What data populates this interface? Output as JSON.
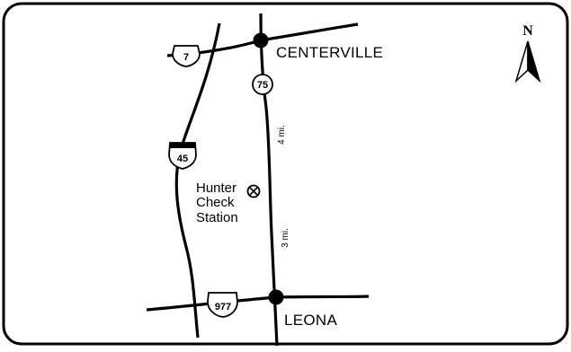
{
  "map": {
    "cities": [
      {
        "name": "CENTERVILLE"
      },
      {
        "name": "LEONA"
      }
    ],
    "highways": {
      "us_7": {
        "number": "7",
        "type": "us-highway"
      },
      "us_75": {
        "number": "75",
        "type": "state-highway"
      },
      "interstate_45": {
        "number": "45",
        "type": "interstate"
      },
      "fm_977": {
        "number": "977",
        "type": "us-highway"
      }
    },
    "distances": {
      "upper": "4 mi.",
      "lower": "3 mi."
    },
    "check_station": {
      "line1": "Hunter",
      "line2": "Check",
      "line3": "Station",
      "icon": "circle-x-icon"
    },
    "compass": {
      "letter": "N",
      "icon": "north-arrow-icon"
    },
    "colors": {
      "ink": "#000000",
      "background": "#ffffff"
    }
  }
}
